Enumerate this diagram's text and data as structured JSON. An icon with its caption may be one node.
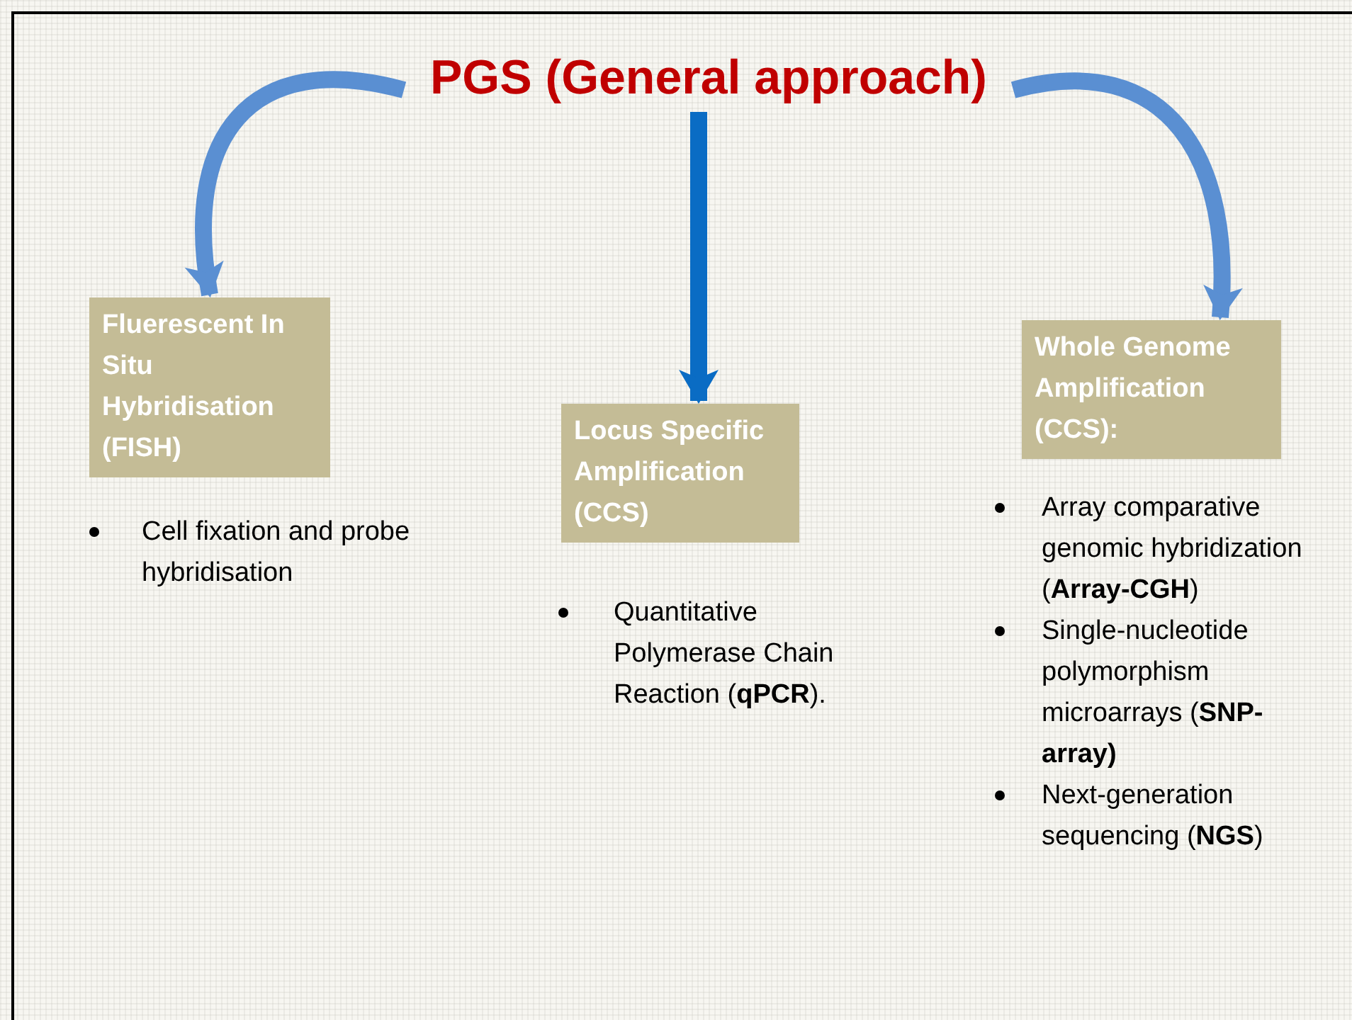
{
  "diagram": {
    "nodes": [
      {
        "text": [
          "PGS (General approach)"
        ]
      },
      {
        "text": [
          "Fluerescent In Situ Hybridisation (FISH)"
        ],
        "beside": [
          "Cell fixation and probe hybridisation"
        ]
      },
      {
        "text": [
          "Locus Specific Amplification (CCS)"
        ],
        "beside": [
          "Quantitative Polymerase Chain Reaction (**qPCR**)."
        ]
      },
      {
        "text": [
          "Whole Genome Amplification (CCS):"
        ],
        "beside": [
          "Array comparative genomic hybridization (**Array-CGH**)",
          "Single-nucleotide polymorphism microarrays (**SNP-array)**",
          "Next-generation sequencing (**NGS**)"
        ]
      }
    ],
    "edges": [
      {
        "from": 0,
        "to": 1,
        "arrow": "to"
      },
      {
        "from": 0,
        "to": 2,
        "arrow": "to",
        "color": "#0a6cc4"
      },
      {
        "from": 0,
        "to": 3,
        "arrow": "to"
      }
    ]
  }
}
